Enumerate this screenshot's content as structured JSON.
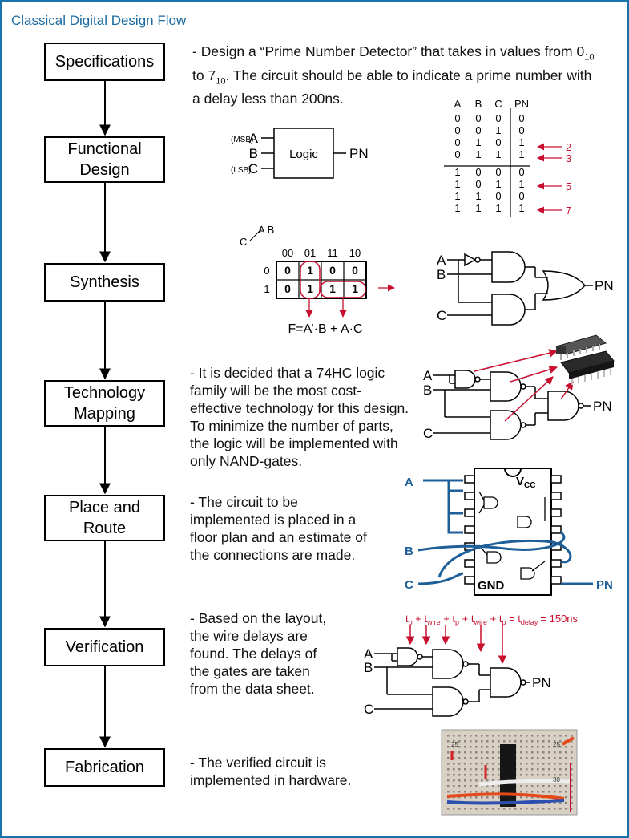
{
  "title": "Classical Digital Design Flow",
  "steps": [
    {
      "label": "Specifications"
    },
    {
      "label": "Functional Design"
    },
    {
      "label": "Synthesis"
    },
    {
      "label": "Technology Mapping"
    },
    {
      "label": "Place and Route"
    },
    {
      "label": "Verification"
    },
    {
      "label": "Fabrication"
    }
  ],
  "specification": {
    "line1": "- Design a “Prime Number Detector” that takes in values from 0",
    "sub_from": "10",
    "line2_prefix": "to 7",
    "sub_to": "10",
    "line2_suffix": ".  The circuit should be able to indicate a prime number with",
    "line3": "a delay less than 200ns."
  },
  "logic_block": {
    "label": "Logic",
    "inputs": [
      "A",
      "B",
      "C"
    ],
    "msb": "(MSB)",
    "lsb": "(LSB)",
    "output": "PN"
  },
  "truth_table": {
    "headers": [
      "A",
      "B",
      "C",
      "PN"
    ],
    "rows": [
      [
        "0",
        "0",
        "0",
        "0"
      ],
      [
        "0",
        "0",
        "1",
        "0"
      ],
      [
        "0",
        "1",
        "0",
        "1"
      ],
      [
        "0",
        "1",
        "1",
        "1"
      ],
      [
        "1",
        "0",
        "0",
        "0"
      ],
      [
        "1",
        "0",
        "1",
        "1"
      ],
      [
        "1",
        "1",
        "0",
        "0"
      ],
      [
        "1",
        "1",
        "1",
        "1"
      ]
    ],
    "prime_labels": [
      "2",
      "3",
      "5",
      "7"
    ]
  },
  "kmap": {
    "row_var": "C",
    "col_vars": "A B",
    "col_headers": [
      "00",
      "01",
      "11",
      "10"
    ],
    "row_headers": [
      "0",
      "1"
    ],
    "cells": [
      [
        "0",
        "1",
        "0",
        "0"
      ],
      [
        "0",
        "1",
        "1",
        "1"
      ]
    ],
    "equation": "F=A’·B + A·C"
  },
  "synthesis_circuit": {
    "inputs": [
      "A",
      "B",
      "C"
    ],
    "output": "PN"
  },
  "tech_mapping": {
    "lines": [
      "- It is decided that a 74HC logic",
      "family will be the most cost-",
      "effective technology for this design.",
      "To minimize the number of parts,",
      "the logic will be implemented with",
      "only NAND-gates."
    ],
    "inputs": [
      "A",
      "B",
      "C"
    ],
    "output": "PN"
  },
  "place_route": {
    "lines": [
      "- The circuit to be",
      "implemented is placed in a",
      "floor plan and an estimate of",
      "the connections are made."
    ],
    "vcc": "V",
    "vcc_sub": "CC",
    "gnd": "GND",
    "signals": [
      "A",
      "B",
      "C",
      "PN"
    ]
  },
  "verification": {
    "lines": [
      "- Based on the layout,",
      "the wire delays are",
      "found.  The delays of",
      "the gates are taken",
      "from the data sheet."
    ],
    "delay_label": "= 150ns",
    "inputs": [
      "A",
      "B",
      "C"
    ],
    "output": "PN"
  },
  "fabrication": {
    "lines": [
      "- The verified circuit is",
      "implemented in hardware."
    ],
    "board_numbers": [
      "25",
      "25",
      "30"
    ]
  },
  "colors": {
    "accent_blue": "#1a6aa0",
    "wire_blue": "#1f5f99",
    "arrow_red": "#c8102e"
  }
}
